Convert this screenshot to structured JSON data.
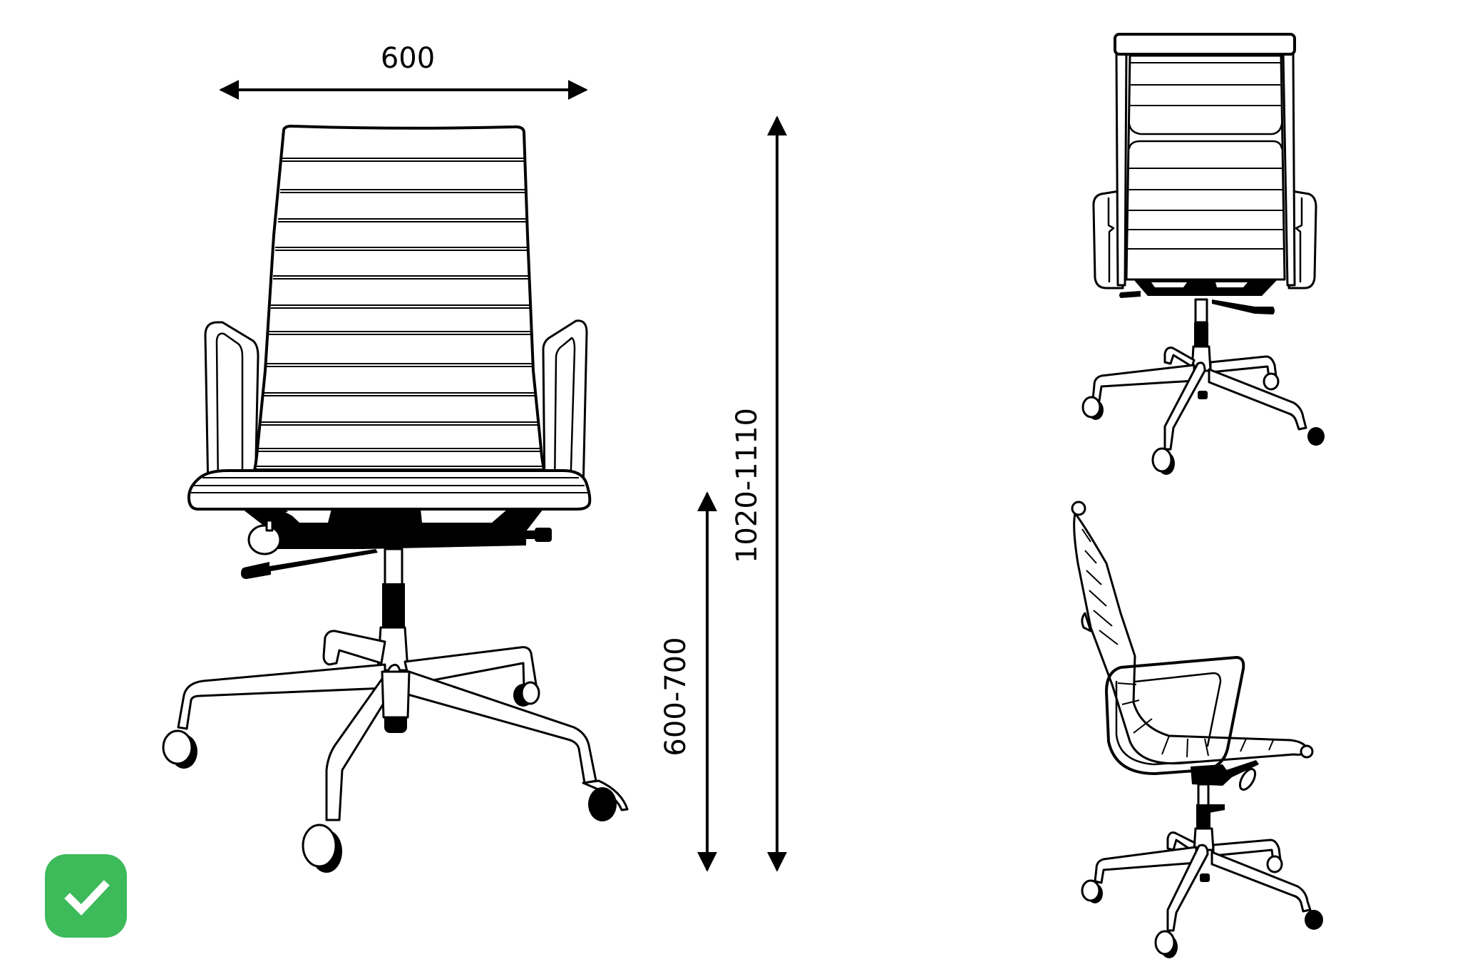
{
  "diagram": {
    "title": "",
    "subject": "High-back office chair dimension drawing",
    "units": "mm",
    "dimensions": {
      "width": {
        "label": "600",
        "orientation": "horizontal"
      },
      "seat_height": {
        "label": "600-700",
        "orientation": "vertical"
      },
      "total_height": {
        "label": "1020-1110",
        "orientation": "vertical"
      }
    },
    "views": [
      {
        "name": "front view",
        "position": "left"
      },
      {
        "name": "rear view",
        "position": "top-right"
      },
      {
        "name": "side view",
        "position": "bottom-right"
      }
    ],
    "badge": {
      "icon": "check-icon",
      "color": "#3dba5a",
      "icon_color": "#ffffff"
    },
    "colors": {
      "line": "#000000",
      "background": "#ffffff"
    }
  }
}
